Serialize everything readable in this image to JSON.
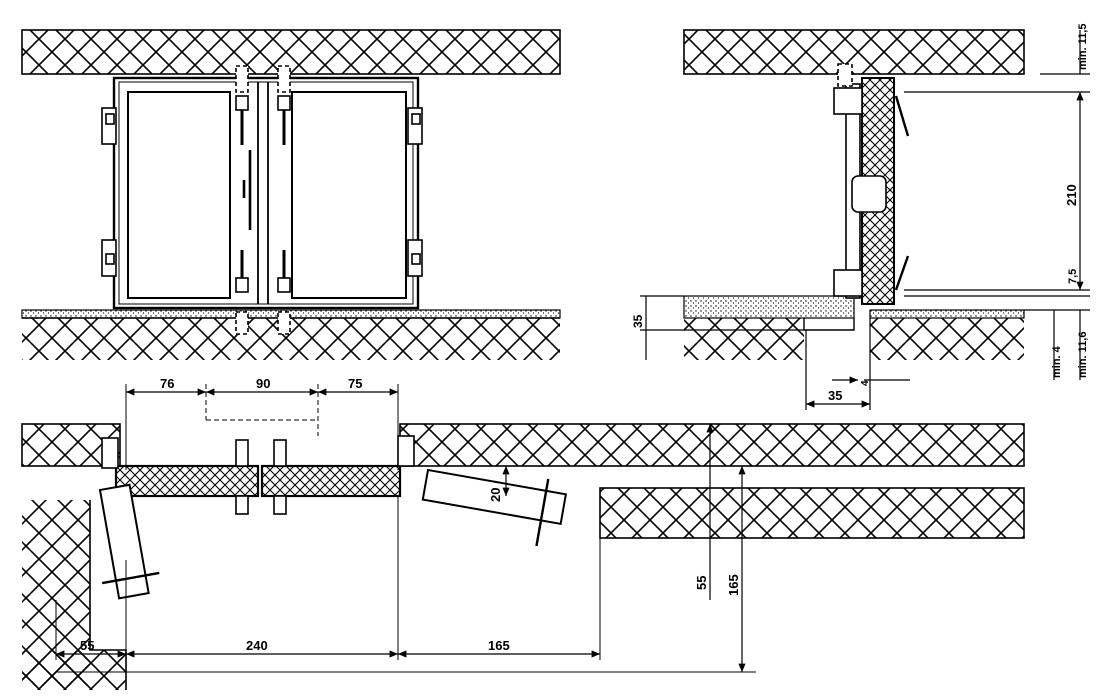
{
  "front_view": {
    "top_dim": "",
    "bottom_dim": ""
  },
  "side_view": {
    "dims": {
      "min_top": "min. 11,5",
      "height": "210",
      "gap": "7,5",
      "min_bottom": "min. 11,6",
      "min4": "min. 4",
      "sill": "35",
      "step": "35",
      "depth": "4"
    }
  },
  "plan_view": {
    "dims": {
      "d76": "76",
      "d90": "90",
      "d75": "75",
      "thick": "20",
      "w55": "55",
      "w240": "240",
      "w165": "165",
      "v55": "55",
      "v165": "165"
    }
  }
}
